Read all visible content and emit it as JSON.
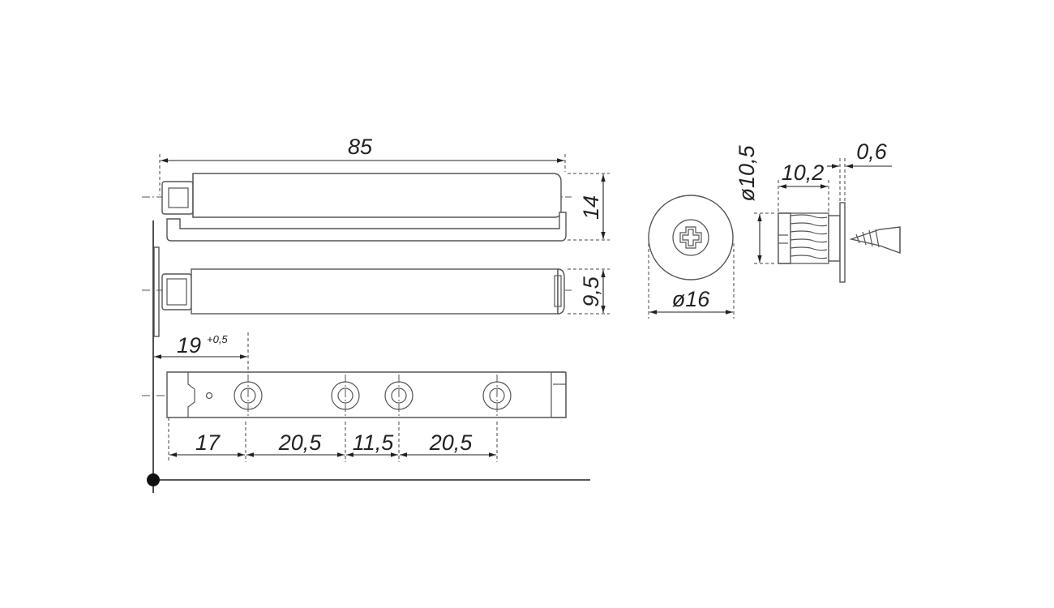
{
  "diagram": {
    "dimensions": {
      "overall_length": "85",
      "height_top_view": "14",
      "height_side_view": "9,5",
      "offset_main": "19",
      "offset_tolerance": "+0,5",
      "hole_spacing_1": "17",
      "hole_spacing_2": "20,5",
      "hole_spacing_3": "11,5",
      "hole_spacing_4": "20,5",
      "button_diameter": "ø16",
      "sleeve_diameter": "ø10,5",
      "sleeve_length": "10,2",
      "flange_thickness": "0,6"
    }
  }
}
